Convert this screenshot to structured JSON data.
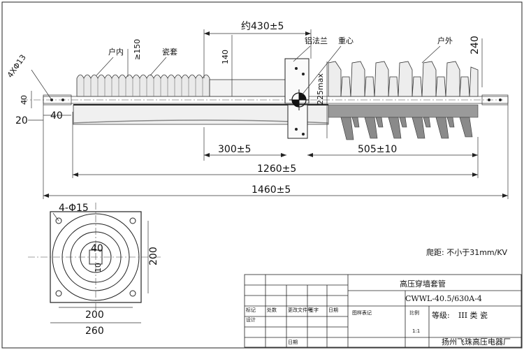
{
  "labels": {
    "overall_flange_dist": "约430±5",
    "indoor": "户内",
    "porcelain_sleeve": "瓷套",
    "aluminum_flange": "铝法兰",
    "center_of_gravity": "重心",
    "outdoor": "户外",
    "hole_spec_left": "4XΦ13",
    "creepage": "爬距: 不小于31mm/KV"
  },
  "dimensions": {
    "d150": "≥150",
    "d140": "140",
    "d225": "225max",
    "d240": "240",
    "d40_vert": "40",
    "d40_horz": "40",
    "d20": "20",
    "d300": "300±5",
    "d505": "505±10",
    "d1260": "1260±5",
    "d1460": "1460±5",
    "plan_holes": "4-Φ15",
    "plan_40": "40",
    "plan_10": "10",
    "plan_200_w": "200",
    "plan_200_h": "200",
    "plan_260": "260"
  },
  "title_block": {
    "name": "高压穿墙套管",
    "model": "CWWL-40.5/630A-4",
    "grade_label": "等级:",
    "grade_value": "III 类 瓷",
    "company": "扬州飞珠高压电器厂",
    "scale_label": "比例",
    "scale_value": "1:1",
    "mark_label": "图样表记",
    "row_headers": [
      "标记",
      "处数",
      "更改文件号",
      "签字",
      "日期"
    ],
    "design": "设计",
    "date": "日期"
  }
}
